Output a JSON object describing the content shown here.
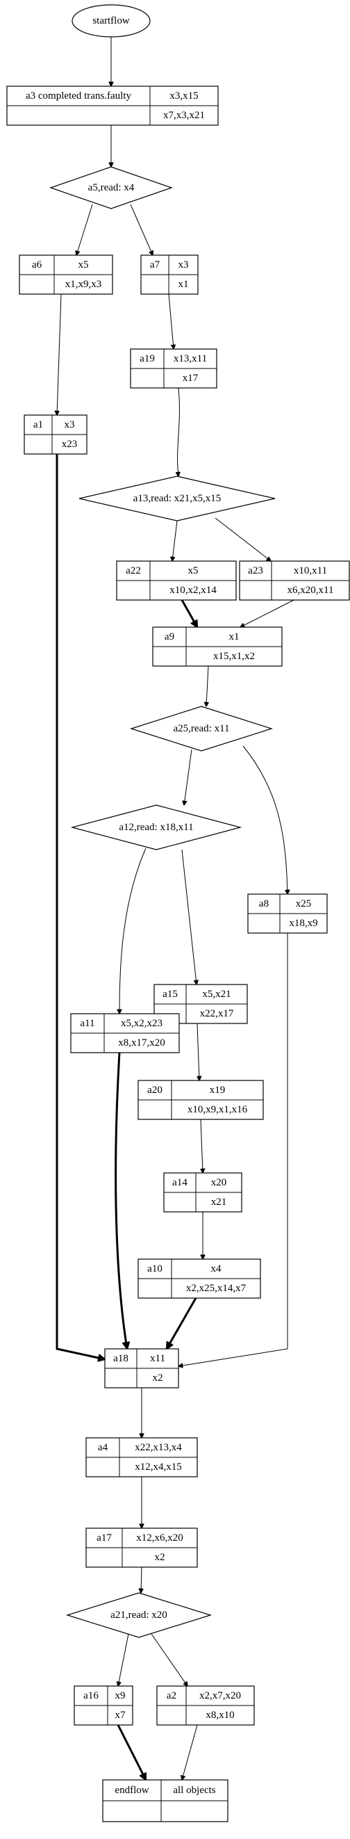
{
  "diagram": {
    "start": "startflow",
    "end": {
      "label": "endflow",
      "objects": "all objects"
    },
    "activities": [
      {
        "id": "a3",
        "label": "a3 completed trans.faulty",
        "read": "x3,x15",
        "write": "x7,x3,x21"
      },
      {
        "id": "a6",
        "label": "a6",
        "read": "x5",
        "write": "x1,x9,x3"
      },
      {
        "id": "a7",
        "label": "a7",
        "read": "x3",
        "write": "x1"
      },
      {
        "id": "a19",
        "label": "a19",
        "read": "x13,x11",
        "write": "x17"
      },
      {
        "id": "a1",
        "label": "a1",
        "read": "x3",
        "write": "x23"
      },
      {
        "id": "a22",
        "label": "a22",
        "read": "x5",
        "write": "x10,x2,x14"
      },
      {
        "id": "a23",
        "label": "a23",
        "read": "x10,x11",
        "write": "x6,x20,x11"
      },
      {
        "id": "a9",
        "label": "a9",
        "read": "x1",
        "write": "x15,x1,x2"
      },
      {
        "id": "a8",
        "label": "a8",
        "read": "x25",
        "write": "x18,x9"
      },
      {
        "id": "a15",
        "label": "a15",
        "read": "x5,x21",
        "write": "x22,x17"
      },
      {
        "id": "a11",
        "label": "a11",
        "read": "x5,x2,x23",
        "write": "x8,x17,x20"
      },
      {
        "id": "a20",
        "label": "a20",
        "read": "x19",
        "write": "x10,x9,x1,x16"
      },
      {
        "id": "a14",
        "label": "a14",
        "read": "x20",
        "write": "x21"
      },
      {
        "id": "a10",
        "label": "a10",
        "read": "x4",
        "write": "x2,x25,x14,x7"
      },
      {
        "id": "a18",
        "label": "a18",
        "read": "x11",
        "write": "x2"
      },
      {
        "id": "a4",
        "label": "a4",
        "read": "x22,x13,x4",
        "write": "x12,x4,x15"
      },
      {
        "id": "a17",
        "label": "a17",
        "read": "x12,x6,x20",
        "write": "x2"
      },
      {
        "id": "a16",
        "label": "a16",
        "read": "x9",
        "write": "x7"
      },
      {
        "id": "a2",
        "label": "a2",
        "read": "x2,x7,x20",
        "write": "x8,x10"
      }
    ],
    "decisions": [
      {
        "id": "d_a5",
        "label": "a5,read: x4"
      },
      {
        "id": "d_a13",
        "label": "a13,read: x21,x5,x15"
      },
      {
        "id": "d_a25",
        "label": "a25,read: x11"
      },
      {
        "id": "d_a12",
        "label": "a12,read: x18,x11"
      },
      {
        "id": "d_a21",
        "label": "a21,read: x20"
      }
    ],
    "edges": [
      {
        "from": "start",
        "to": "a3",
        "bold": false
      },
      {
        "from": "a3",
        "to": "d_a5",
        "bold": false
      },
      {
        "from": "d_a5",
        "to": "a6",
        "bold": false
      },
      {
        "from": "d_a5",
        "to": "a7",
        "bold": false
      },
      {
        "from": "a6",
        "to": "a1",
        "bold": false
      },
      {
        "from": "a7",
        "to": "a19",
        "bold": false
      },
      {
        "from": "a19",
        "to": "d_a13",
        "bold": false
      },
      {
        "from": "a1",
        "to": "a18",
        "bold": true
      },
      {
        "from": "d_a13",
        "to": "a22",
        "bold": false
      },
      {
        "from": "d_a13",
        "to": "a23",
        "bold": false
      },
      {
        "from": "a22",
        "to": "a9",
        "bold": true
      },
      {
        "from": "a23",
        "to": "a9",
        "bold": false
      },
      {
        "from": "a9",
        "to": "d_a25",
        "bold": false
      },
      {
        "from": "d_a25",
        "to": "d_a12",
        "bold": false
      },
      {
        "from": "d_a25",
        "to": "a8",
        "bold": false
      },
      {
        "from": "d_a12",
        "to": "a11",
        "bold": false
      },
      {
        "from": "d_a12",
        "to": "a15",
        "bold": false
      },
      {
        "from": "a15",
        "to": "a20",
        "bold": false
      },
      {
        "from": "a20",
        "to": "a14",
        "bold": false
      },
      {
        "from": "a14",
        "to": "a10",
        "bold": false
      },
      {
        "from": "a11",
        "to": "a18",
        "bold": true
      },
      {
        "from": "a10",
        "to": "a18",
        "bold": true
      },
      {
        "from": "a8",
        "to": "a18",
        "bold": false
      },
      {
        "from": "a18",
        "to": "a4",
        "bold": false
      },
      {
        "from": "a4",
        "to": "a17",
        "bold": false
      },
      {
        "from": "a17",
        "to": "d_a21",
        "bold": false
      },
      {
        "from": "d_a21",
        "to": "a16",
        "bold": false
      },
      {
        "from": "d_a21",
        "to": "a2",
        "bold": false
      },
      {
        "from": "a16",
        "to": "end",
        "bold": true
      },
      {
        "from": "a2",
        "to": "end",
        "bold": false
      }
    ]
  }
}
